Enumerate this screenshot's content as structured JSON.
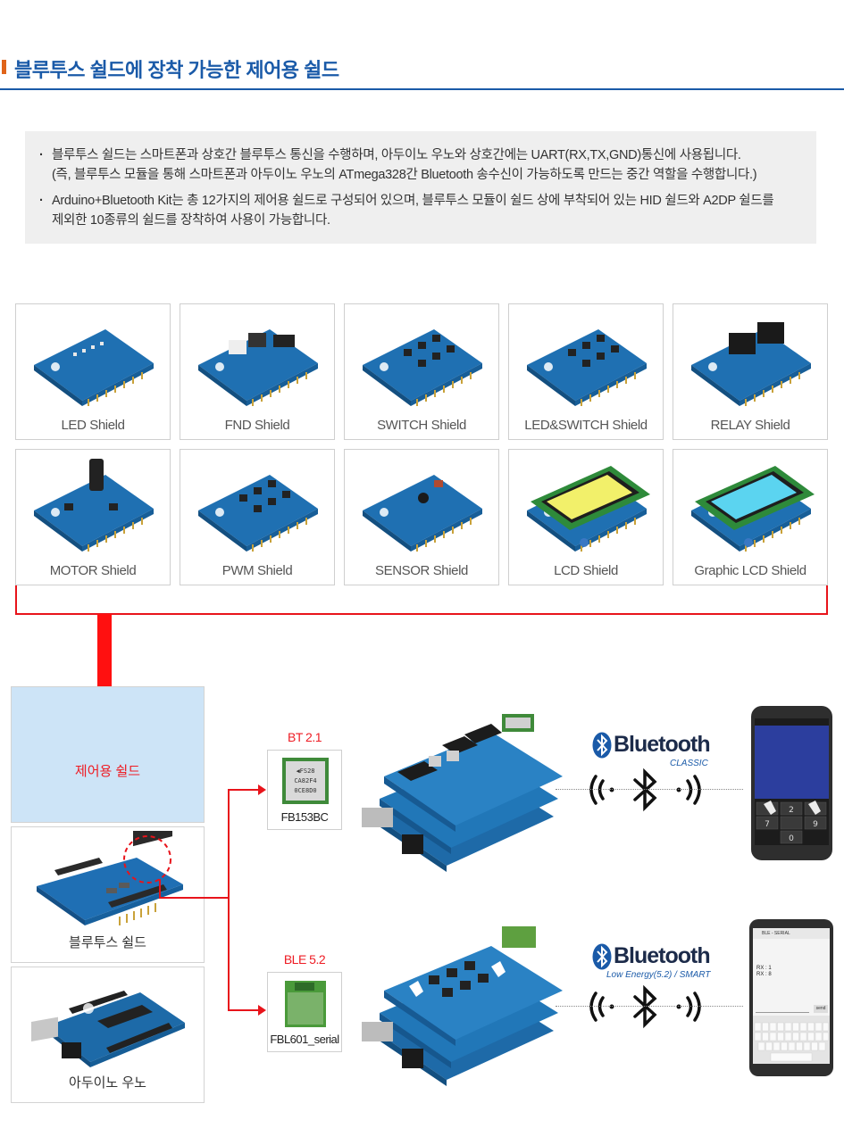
{
  "header": {
    "title": "블루투스 쉴드에 장착 가능한 제어용 쉴드"
  },
  "info": {
    "bullet1": {
      "line1": "블루투스 쉴드는 스마트폰과 상호간 블루투스 통신을 수행하며, 아두이노 우노와 상호간에는 UART(RX,TX,GND)통신에 사용됩니다.",
      "line2": "(즉, 블루투스 모듈을 통해 스마트폰과 아두이노 우노의 ATmega328간 Bluetooth 송수신이 가능하도록 만드는 중간 역할을 수행합니다.)"
    },
    "bullet2": {
      "line1": "Arduino+Bluetooth Kit는 총 12가지의 제어용 쉴드로 구성되어 있으며, 블루투스 모듈이 쉴드 상에 부착되어 있는 HID 쉴드와 A2DP 쉴드를",
      "line2": "제외한 10종류의 쉴드를 장착하여 사용이 가능합니다."
    }
  },
  "shields": [
    {
      "label": "LED Shield"
    },
    {
      "label": "FND Shield"
    },
    {
      "label": "SWITCH Shield"
    },
    {
      "label": "LED&SWITCH Shield"
    },
    {
      "label": "RELAY Shield"
    },
    {
      "label": "MOTOR Shield"
    },
    {
      "label": "PWM Shield"
    },
    {
      "label": "SENSOR Shield"
    },
    {
      "label": "LCD Shield"
    },
    {
      "label": "Graphic LCD Shield"
    }
  ],
  "left": {
    "control_label": "제어용 쉴드",
    "bt_shield_label": "블루투스 쉴드",
    "uno_label": "아두이노 우노"
  },
  "modules": {
    "bt21": {
      "title": "BT 2.1",
      "name": "FB153BC",
      "chip_text": "◀FS28\nCA82F4\n0CE8D0"
    },
    "ble52": {
      "title": "BLE 5.2",
      "name": "FBL601_serial"
    }
  },
  "bluetooth": {
    "word": "Bluetooth",
    "classic": "CLASSIC",
    "smart": "Low Energy(5.2) / SMART"
  },
  "phones": {
    "ble_header": "BLE - SERIAL",
    "rx1": "RX : 1",
    "rx2": "RX : 8",
    "send": "send"
  },
  "colors": {
    "accent_blue": "#1a5aa8",
    "accent_red": "#ee1c24",
    "mark_orange": "#e0641a"
  }
}
